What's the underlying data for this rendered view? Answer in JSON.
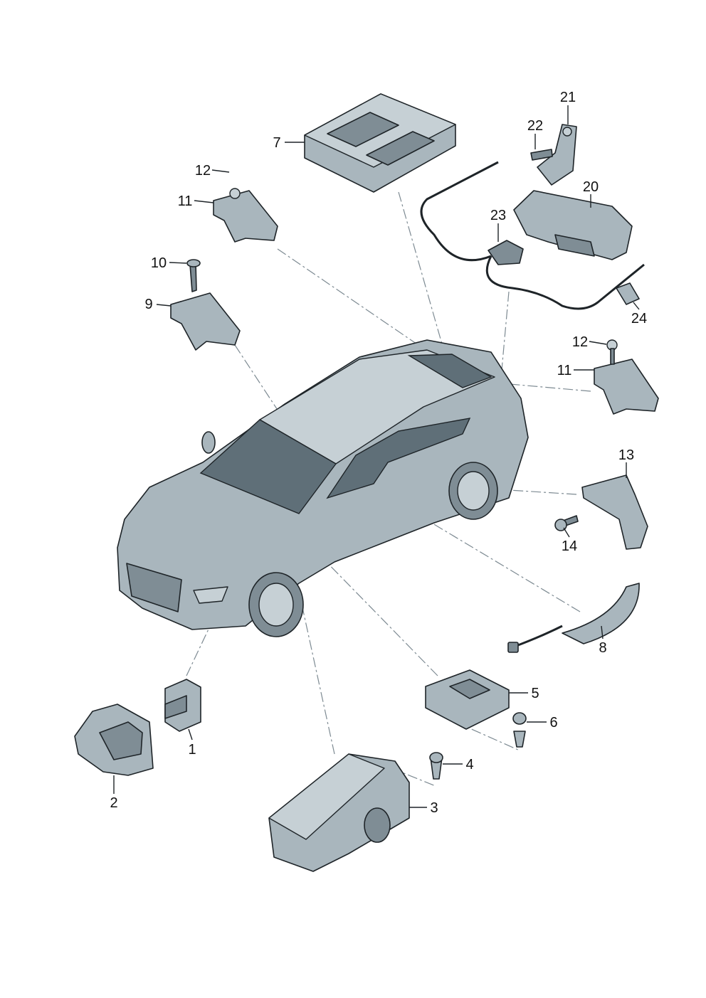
{
  "diagram": {
    "type": "exploded parts diagram",
    "callouts": [
      "7",
      "21",
      "22",
      "12",
      "20",
      "11",
      "23",
      "10",
      "9",
      "24",
      "12",
      "11",
      "13",
      "14",
      "8",
      "5",
      "6",
      "1",
      "4",
      "2",
      "3"
    ]
  },
  "colors": {
    "part_fill": "#a9b6bd",
    "line": "#1e2428",
    "leader": "#7d8a92",
    "glass": "#5f6f78"
  }
}
